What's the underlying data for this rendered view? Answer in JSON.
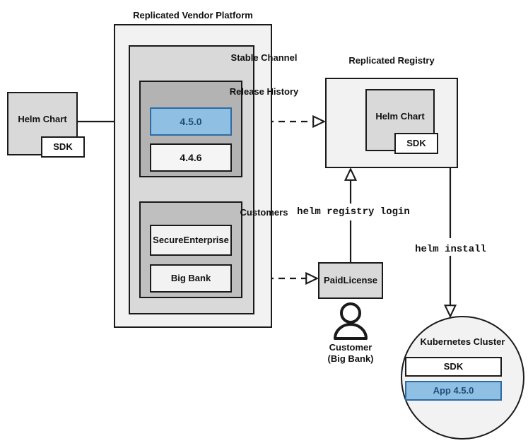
{
  "diagram": {
    "title_platform": "Replicated Vendor Platform",
    "title_registry": "Replicated Registry",
    "group_stable_channel": "Stable Channel",
    "group_release_history": "Release History",
    "group_customers": "Customers"
  },
  "nodes": {
    "helm_chart_left": "Helm Chart",
    "helm_chart_left_sdk": "SDK",
    "release_current": "4.5.0",
    "release_previous": "4.4.6",
    "customer_secure_enterprise": "Secure\nEnterprise",
    "customer_secure_enterprise_line1": "Secure",
    "customer_secure_enterprise_line2": "Enterprise",
    "customer_big_bank": "Big Bank",
    "helm_chart_registry": "Helm Chart",
    "helm_chart_registry_sdk": "SDK",
    "paid_license_line1": "Paid",
    "paid_license_line2": "License",
    "k8s_cluster_title": "Kubernetes Cluster",
    "k8s_sdk": "SDK",
    "k8s_app": "App 4.5.0"
  },
  "captions": {
    "customer_line1": "Customer",
    "customer_line2": "(Big Bank)"
  },
  "commands": {
    "registry_login": "helm registry login",
    "install": "helm install"
  },
  "colors": {
    "stroke": "#1a1a1a",
    "platform_fill": "#f2f2f2",
    "channel_fill": "#d9d9d9",
    "release_fill": "#b3b3b3",
    "customers_fill": "#bfbfbf",
    "highlight_fill": "#8fbfe3",
    "highlight_stroke": "#2d6ca2",
    "highlight_text": "#1f4e79",
    "white": "#ffffff"
  }
}
